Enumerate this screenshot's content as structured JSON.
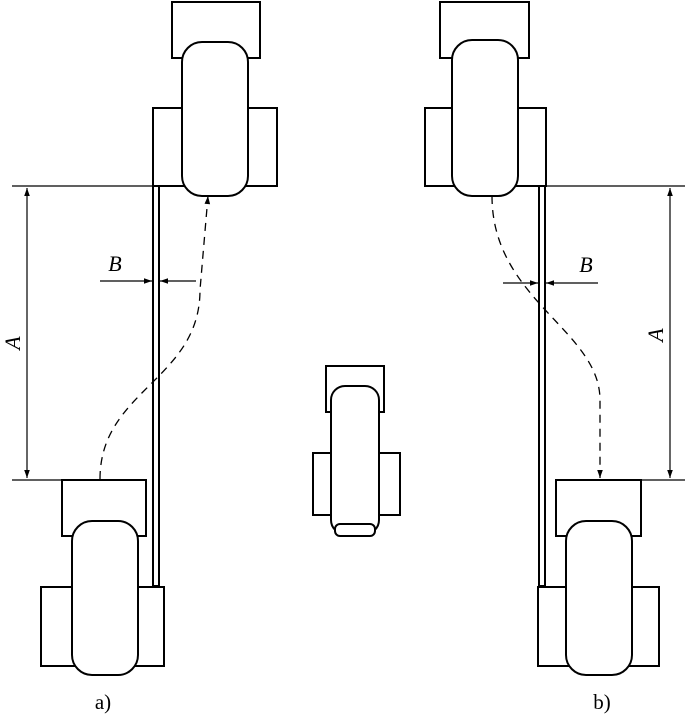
{
  "diagram": {
    "panel_a": {
      "caption": "a)",
      "dimension_a_label": "A",
      "dimension_b_label": "B"
    },
    "panel_b": {
      "caption": "b)",
      "dimension_a_label": "A",
      "dimension_b_label": "B"
    }
  },
  "colors": {
    "line": "#000000",
    "background": "#ffffff"
  }
}
